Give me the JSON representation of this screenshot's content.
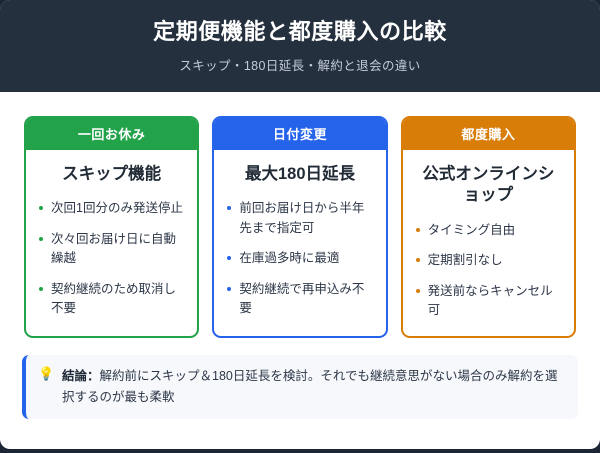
{
  "header": {
    "title": "定期便機能と都度購入の比較",
    "subtitle": "スキップ・180日延長・解約と退会の違い",
    "background_color": "#25303f",
    "title_color": "#ffffff",
    "subtitle_color": "#c3cbd8"
  },
  "cards": [
    {
      "band_label": "一回お休み",
      "heading": "スキップ機能",
      "accent_color": "#22a34a",
      "bullets": [
        "次回1回分のみ発送停止",
        "次々回お届け日に自動繰越",
        "契約継続のため取消し不要"
      ]
    },
    {
      "band_label": "日付変更",
      "heading": "最大180日延長",
      "accent_color": "#2563eb",
      "bullets": [
        "前回お届け日から半年先まで指定可",
        "在庫過多時に最適",
        "契約継続で再申込み不要"
      ]
    },
    {
      "band_label": "都度購入",
      "heading": "公式オンラインショップ",
      "accent_color": "#d97d09",
      "bullets": [
        "タイミング自由",
        "定期割引なし",
        "発送前ならキャンセル可"
      ]
    }
  ],
  "conclusion": {
    "icon": "lightbulb-icon",
    "icon_glyph": "💡",
    "label": "結論：",
    "text": "解約前にスキップ＆180日延長を検討。それでも継続意思がない場合のみ解約を選択するのが最も柔軟",
    "accent_color": "#2563eb",
    "background_color": "#f6f8fb"
  }
}
